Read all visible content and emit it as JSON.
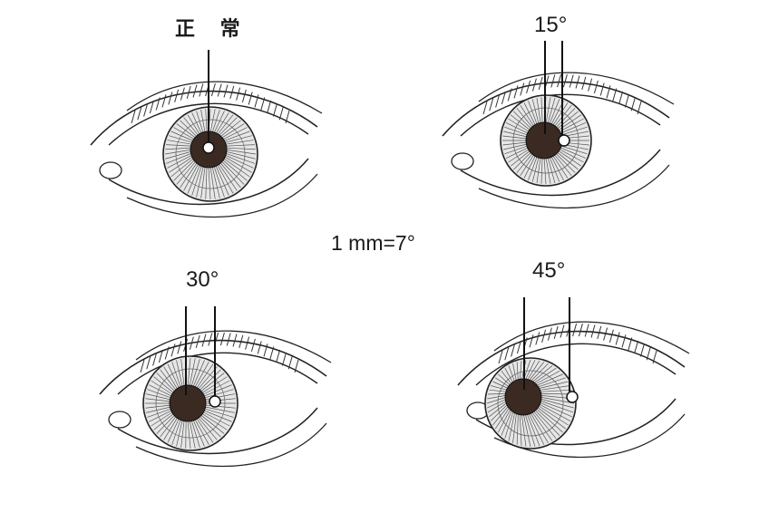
{
  "panels": [
    {
      "label": "正 常",
      "lines": 1
    },
    {
      "label": "15°",
      "lines": 2
    },
    {
      "label": "30°",
      "lines": 2
    },
    {
      "label": "45°",
      "lines": 2
    }
  ],
  "scale_note": "1 mm=7°"
}
